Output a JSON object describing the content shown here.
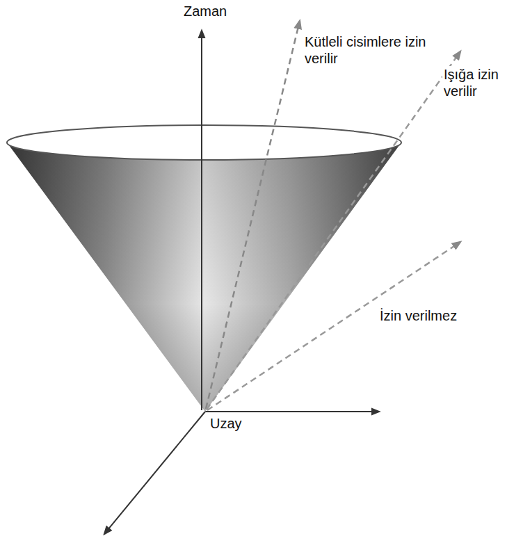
{
  "diagram": {
    "labels": [
      "Zaman",
      "Kütleli cisimlere izin verilir",
      "Işığa izin verilir",
      "İzin verilmez",
      "Uzay"
    ]
  }
}
